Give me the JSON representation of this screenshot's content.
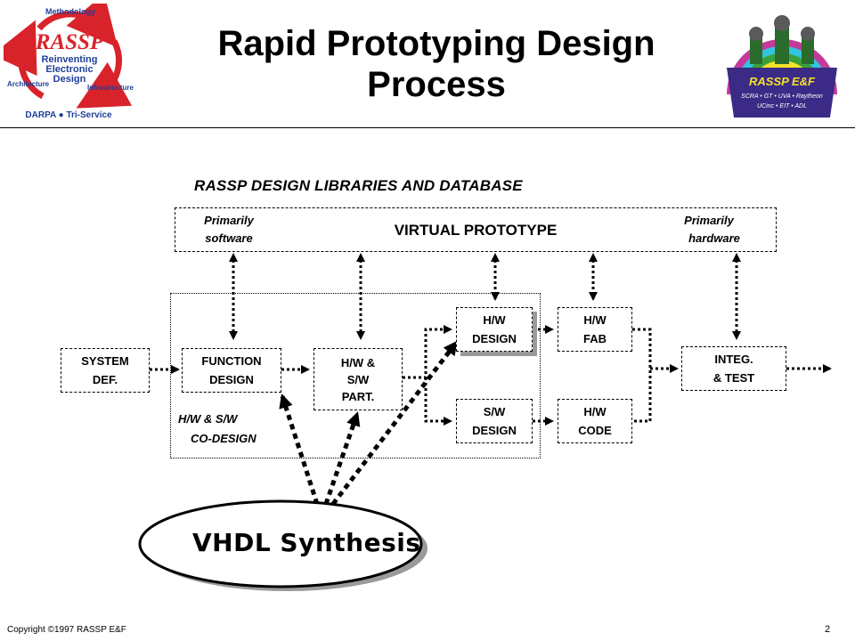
{
  "title_line1": "Rapid Prototyping Design",
  "title_line2": "Process",
  "left_logo": {
    "arc_top": "Methodology",
    "brand": "RASSP",
    "sub1": "Reinventing",
    "sub2": "Electronic",
    "sub3": "Design",
    "left": "Architecture",
    "right": "Infrastructure",
    "bottom": "DARPA ● Tri-Service",
    "colors": {
      "red": "#d9232a",
      "blue": "#1f3f9a"
    }
  },
  "right_logo": {
    "title": "RASSP E&F",
    "line1": "SCRA • GT • UVA • Raytheon",
    "line2": "UCinc • EIT • ADL",
    "colors": {
      "purple": "#3b2a86",
      "green": "#3aa03a",
      "yellow": "#f2e22a",
      "cyan": "#33c4e0",
      "magenta": "#c43a9a"
    }
  },
  "diagram": {
    "library_heading": "RASSP DESIGN LIBRARIES AND DATABASE",
    "virtual_prototype": {
      "label": "VIRTUAL PROTOTYPE",
      "left_note_1": "Primarily",
      "left_note_2": "software",
      "right_note_1": "Primarily",
      "right_note_2": "hardware"
    },
    "boxes": {
      "system_def": [
        "SYSTEM",
        "DEF."
      ],
      "function_design": [
        "FUNCTION",
        "DESIGN"
      ],
      "hw_sw_part": [
        "H/W &",
        "S/W",
        "PART."
      ],
      "hw_design": [
        "H/W",
        "DESIGN"
      ],
      "sw_design": [
        "S/W",
        "DESIGN"
      ],
      "hw_fab": [
        "H/W",
        "FAB"
      ],
      "hw_code": [
        "H/W",
        "CODE"
      ],
      "integ_test": [
        "INTEG.",
        "& TEST"
      ]
    },
    "codesign_label_1": "H/W & S/W",
    "codesign_label_2": "CO-DESIGN",
    "vhdl": "VHDL Synthesis"
  },
  "footer": {
    "copyright": "Copyright ©1997 RASSP E&F",
    "page": "2"
  }
}
